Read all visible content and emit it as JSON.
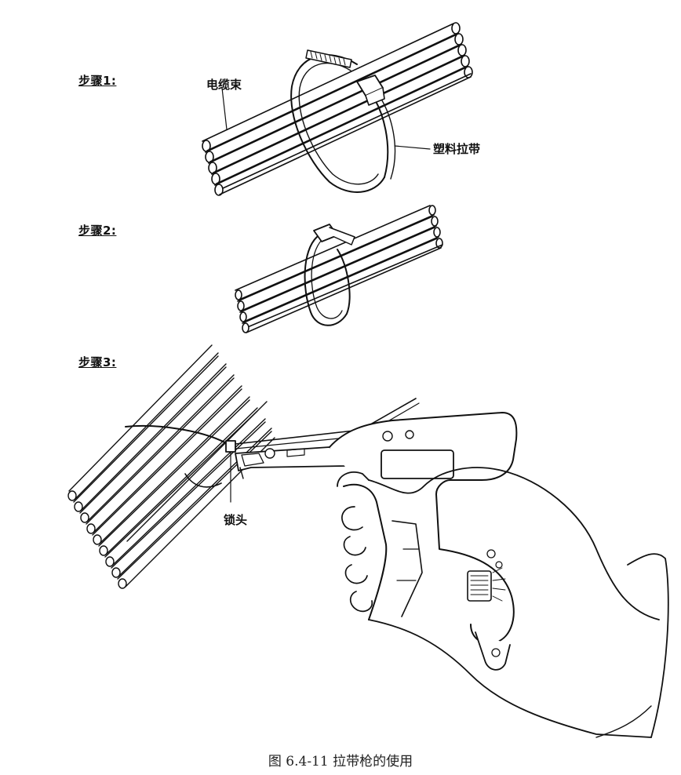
{
  "steps": [
    {
      "label": "步骤1:"
    },
    {
      "label": "步骤2:"
    },
    {
      "label": "步骤3:"
    }
  ],
  "callouts": {
    "cable_bundle": "电缆束",
    "plastic_tie": "塑料拉带",
    "lock_head": "锁头"
  },
  "caption": "图 6.4-11 拉带枪的使用"
}
